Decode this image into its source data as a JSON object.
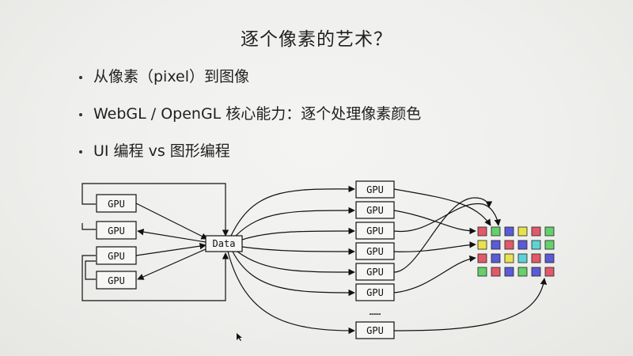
{
  "slide": {
    "title": "逐个像素的艺术？",
    "bullets": [
      "从像素（pixel）到图像",
      "WebGL / OpenGL 核心能力：逐个处理像素颜色",
      "UI 编程 vs 图形编程"
    ]
  },
  "diagram": {
    "left_gpus": [
      "GPU",
      "GPU",
      "GPU",
      "GPU"
    ],
    "center_label": "Data",
    "right_gpus": [
      "GPU",
      "GPU",
      "GPU",
      "GPU",
      "GPU",
      "GPU"
    ],
    "ellipsis": "……",
    "last_gpu": "GPU",
    "pixel_grid": {
      "rows": 4,
      "cols": 6,
      "colors": [
        [
          "red",
          "green",
          "blue",
          "yellow",
          "red",
          "green"
        ],
        [
          "yellow",
          "blue",
          "red",
          "blue",
          "cyan",
          "green"
        ],
        [
          "red",
          "blue",
          "yellow",
          "cyan",
          "red",
          "blue"
        ],
        [
          "green",
          "red",
          "blue",
          "green",
          "blue",
          "red"
        ]
      ]
    },
    "palette": {
      "red": "#e05a6a",
      "green": "#67cf6b",
      "blue": "#5b5bd8",
      "yellow": "#e8e24f",
      "cyan": "#5fd3d3"
    }
  }
}
